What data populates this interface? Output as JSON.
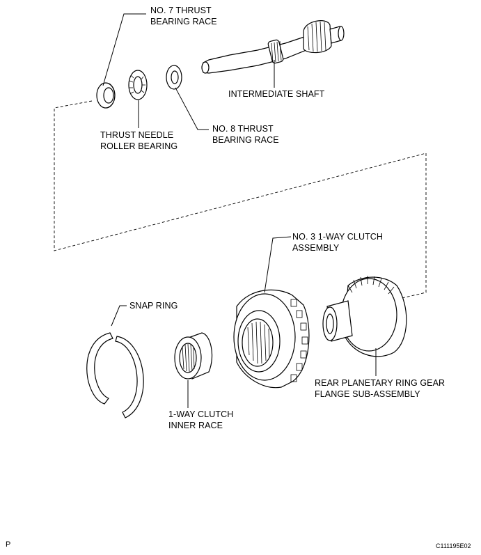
{
  "labels": {
    "no7_race": [
      "NO. 7 THRUST",
      "BEARING RACE"
    ],
    "intermediate_shaft": [
      "INTERMEDIATE SHAFT"
    ],
    "thrust_needle": [
      "THRUST NEEDLE",
      "ROLLER BEARING"
    ],
    "no8_race": [
      "NO. 8 THRUST",
      "BEARING RACE"
    ],
    "no3_clutch": [
      "NO. 3 1-WAY CLUTCH",
      "ASSEMBLY"
    ],
    "snap_ring": [
      "SNAP RING"
    ],
    "inner_race": [
      "1-WAY CLUTCH",
      "INNER RACE"
    ],
    "ring_gear_flange": [
      "REAR PLANETARY RING GEAR",
      "FLANGE SUB-ASSEMBLY"
    ]
  },
  "corner_letter": "P",
  "figure_code": "C111195E02"
}
